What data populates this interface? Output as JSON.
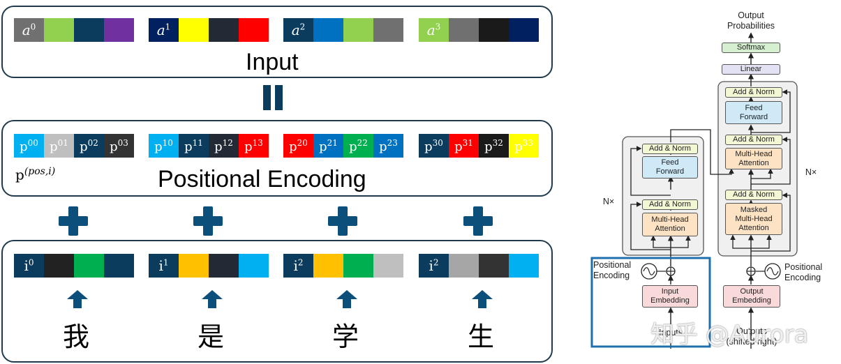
{
  "input_panel": {
    "title": "Input",
    "groups": [
      {
        "label_base": "a",
        "label_sup": "0",
        "label_color": "#ffffff",
        "colors": [
          "#707070",
          "#92d050",
          "#0b3c5d",
          "#7030a0"
        ]
      },
      {
        "label_base": "a",
        "label_sup": "1",
        "label_color": "#ffffff",
        "colors": [
          "#002060",
          "#ffff00",
          "#222a35",
          "#ff0000"
        ]
      },
      {
        "label_base": "a",
        "label_sup": "2",
        "label_color": "#ffffff",
        "colors": [
          "#0b3c5d",
          "#0070c0",
          "#92d050",
          "#707070"
        ]
      },
      {
        "label_base": "a",
        "label_sup": "3",
        "label_color": "#ffffff",
        "colors": [
          "#92d050",
          "#707070",
          "#1a1a1a",
          "#002060"
        ]
      }
    ]
  },
  "equals_sign_color": "#0b3c5d",
  "positional_panel": {
    "title": "Positional Encoding",
    "formula_base": "p",
    "formula_sup": "(pos,i)",
    "groups": [
      {
        "cells": [
          {
            "base": "p",
            "sup": "00",
            "bg": "#00b0f0",
            "fg": "#ffffff"
          },
          {
            "base": "p",
            "sup": "01",
            "bg": "#bfbfbf",
            "fg": "#ffffff"
          },
          {
            "base": "p",
            "sup": "02",
            "bg": "#0b3c5d",
            "fg": "#ffffff"
          },
          {
            "base": "p",
            "sup": "03",
            "bg": "#333333",
            "fg": "#ffffff"
          }
        ]
      },
      {
        "cells": [
          {
            "base": "p",
            "sup": "10",
            "bg": "#00b0f0",
            "fg": "#ffffff"
          },
          {
            "base": "p",
            "sup": "11",
            "bg": "#0b3c5d",
            "fg": "#ffffff"
          },
          {
            "base": "p",
            "sup": "12",
            "bg": "#222a35",
            "fg": "#ffffff"
          },
          {
            "base": "p",
            "sup": "13",
            "bg": "#ff0000",
            "fg": "#ffffff"
          }
        ]
      },
      {
        "cells": [
          {
            "base": "p",
            "sup": "20",
            "bg": "#ff0000",
            "fg": "#ffffff"
          },
          {
            "base": "p",
            "sup": "21",
            "bg": "#0070c0",
            "fg": "#ffffff"
          },
          {
            "base": "p",
            "sup": "22",
            "bg": "#00b050",
            "fg": "#ffffff"
          },
          {
            "base": "p",
            "sup": "23",
            "bg": "#0070c0",
            "fg": "#ffffff"
          }
        ]
      },
      {
        "cells": [
          {
            "base": "p",
            "sup": "30",
            "bg": "#0b3c5d",
            "fg": "#ffffff"
          },
          {
            "base": "p",
            "sup": "31",
            "bg": "#ff0000",
            "fg": "#ffffff"
          },
          {
            "base": "p",
            "sup": "32",
            "bg": "#1a1a1a",
            "fg": "#ffffff"
          },
          {
            "base": "p",
            "sup": "33",
            "bg": "#ffff00",
            "fg": "#ffffff"
          }
        ]
      }
    ]
  },
  "plus_color": "#0b4f7a",
  "embedding_panel": {
    "groups": [
      {
        "label_base": "i",
        "label_sup": "0",
        "colors": [
          "#0b3c5d",
          "#222222",
          "#00b050",
          "#0b3c5d"
        ],
        "char": "我"
      },
      {
        "label_base": "i",
        "label_sup": "1",
        "colors": [
          "#0b3c5d",
          "#ffc000",
          "#222a35",
          "#00b0f0"
        ],
        "char": "是"
      },
      {
        "label_base": "i",
        "label_sup": "2",
        "colors": [
          "#0b3c5d",
          "#ffc000",
          "#00b050",
          "#bfbfbf"
        ],
        "char": "学"
      },
      {
        "label_base": "i",
        "label_sup": "2",
        "colors": [
          "#0b3c5d",
          "#a6a6a6",
          "#333333",
          "#00b0f0"
        ],
        "char": "生"
      }
    ]
  },
  "arrow_color": "#0b4f7a",
  "transformer": {
    "output_probabilities": "Output\nProbabilities",
    "softmax": "Softmax",
    "linear": "Linear",
    "add_norm": "Add & Norm",
    "feed_forward": "Feed\nForward",
    "multi_head_attention": "Multi-Head\nAttention",
    "masked_multi_head_attention": "Masked\nMulti-Head\nAttention",
    "nx": "N×",
    "positional_encoding": "Positional\nEncoding",
    "input_embedding": "Input\nEmbedding",
    "output_embedding": "Output\nEmbedding",
    "inputs": "Inputs",
    "outputs": "Outputs\n(shifted right)",
    "highlight_color": "#1f6fae",
    "colors": {
      "add_norm": "#f3f7d3",
      "feed_forward": "#cfe9f7",
      "attention": "#fde3c4",
      "embedding": "#f9d9d9",
      "softmax": "#d6efd0",
      "linear": "#e3e2f5",
      "block_bg": "#f0f0f0"
    }
  },
  "watermark": "知乎 @Aurora"
}
